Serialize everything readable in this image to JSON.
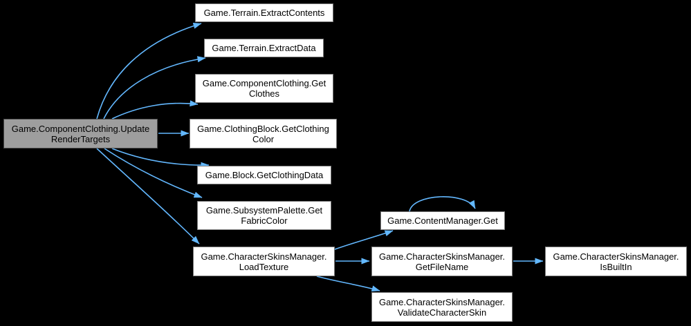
{
  "graph": {
    "type": "call-graph",
    "colors": {
      "background": "#000000",
      "edge": "#63b8ff",
      "node_fill": "#ffffff",
      "node_border": "#7d7d7d",
      "source_fill": "#9e9e9e",
      "source_border": "#4c4c4c",
      "text": "#000000"
    },
    "nodes": [
      {
        "id": "update-render-targets",
        "lines": [
          "Game.ComponentClothing.Update",
          "RenderTargets"
        ]
      },
      {
        "id": "extract-contents",
        "lines": [
          "Game.Terrain.ExtractContents"
        ]
      },
      {
        "id": "extract-data",
        "lines": [
          "Game.Terrain.ExtractData"
        ]
      },
      {
        "id": "get-clothes",
        "lines": [
          "Game.ComponentClothing.Get",
          "Clothes"
        ]
      },
      {
        "id": "get-clothing-color",
        "lines": [
          "Game.ClothingBlock.GetClothing",
          "Color"
        ]
      },
      {
        "id": "get-clothing-data",
        "lines": [
          "Game.Block.GetClothingData"
        ]
      },
      {
        "id": "get-fabric-color",
        "lines": [
          "Game.SubsystemPalette.Get",
          "FabricColor"
        ]
      },
      {
        "id": "load-texture",
        "lines": [
          "Game.CharacterSkinsManager.",
          "LoadTexture"
        ]
      },
      {
        "id": "content-manager-get",
        "lines": [
          "Game.ContentManager.Get"
        ]
      },
      {
        "id": "get-file-name",
        "lines": [
          "Game.CharacterSkinsManager.",
          "GetFileName"
        ]
      },
      {
        "id": "is-built-in",
        "lines": [
          "Game.CharacterSkinsManager.",
          "IsBuiltIn"
        ]
      },
      {
        "id": "validate-character-skin",
        "lines": [
          "Game.CharacterSkinsManager.",
          "ValidateCharacterSkin"
        ]
      }
    ],
    "edges": [
      {
        "from": "update-render-targets",
        "to": "extract-contents"
      },
      {
        "from": "update-render-targets",
        "to": "extract-data"
      },
      {
        "from": "update-render-targets",
        "to": "get-clothes"
      },
      {
        "from": "update-render-targets",
        "to": "get-clothing-color"
      },
      {
        "from": "update-render-targets",
        "to": "get-clothing-data"
      },
      {
        "from": "update-render-targets",
        "to": "get-fabric-color"
      },
      {
        "from": "update-render-targets",
        "to": "load-texture"
      },
      {
        "from": "load-texture",
        "to": "content-manager-get"
      },
      {
        "from": "load-texture",
        "to": "get-file-name"
      },
      {
        "from": "load-texture",
        "to": "validate-character-skin"
      },
      {
        "from": "get-file-name",
        "to": "is-built-in"
      },
      {
        "from": "content-manager-get",
        "to": "content-manager-get"
      }
    ]
  }
}
